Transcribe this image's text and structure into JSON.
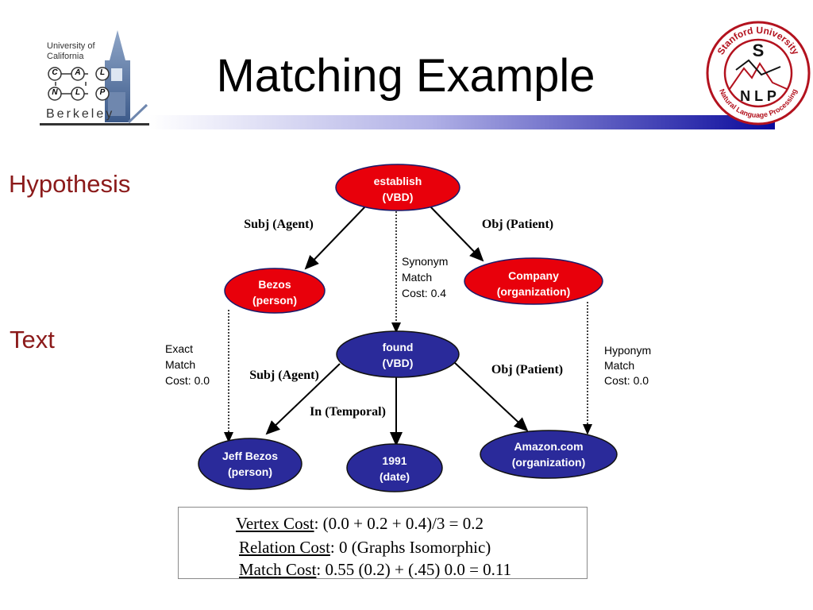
{
  "slide": {
    "title": "Matching Example",
    "left_labels": {
      "hypothesis": "Hypothesis",
      "text": "Text"
    }
  },
  "logos": {
    "berkeley": {
      "line1": "University of",
      "line2": "California",
      "letters": [
        "C",
        "A",
        "L",
        "N",
        "L",
        "P"
      ],
      "bottom": "Berkeley"
    },
    "stanford": {
      "ring_top": "Stanford University",
      "ring_bottom": "Natural Language Processing",
      "center_top": "S",
      "center_bottom": "N L P"
    }
  },
  "hypothesis_graph": {
    "nodes": [
      {
        "id": "establish",
        "line1": "establish",
        "line2": "(VBD)"
      },
      {
        "id": "bezos",
        "line1": "Bezos",
        "line2": "(person)"
      },
      {
        "id": "company",
        "line1": "Company",
        "line2": "(organization)"
      }
    ],
    "edges": [
      {
        "label": "Subj (Agent)"
      },
      {
        "label": "Obj (Patient)"
      }
    ]
  },
  "text_graph": {
    "nodes": [
      {
        "id": "found",
        "line1": "found",
        "line2": "(VBD)"
      },
      {
        "id": "jeff",
        "line1": "Jeff Bezos",
        "line2": "(person)"
      },
      {
        "id": "year",
        "line1": "1991",
        "line2": "(date)"
      },
      {
        "id": "amazon",
        "line1": "Amazon.com",
        "line2": "(organization)"
      }
    ],
    "edges": [
      {
        "label": "Subj (Agent)"
      },
      {
        "label": "In (Temporal)"
      },
      {
        "label": "Obj (Patient)"
      }
    ]
  },
  "matches": [
    {
      "lines": [
        "Exact",
        "Match",
        "Cost: 0.0"
      ]
    },
    {
      "lines": [
        "Synonym",
        "Match",
        "Cost: 0.4"
      ]
    },
    {
      "lines": [
        "Hyponym",
        "Match",
        "Cost: 0.0"
      ]
    }
  ],
  "costs": {
    "vertex": {
      "label": "Vertex Cost",
      "value": ": (0.0 + 0.2 + 0.4)/3 = 0.2"
    },
    "relation": {
      "label": "Relation Cost",
      "value": ": 0  (Graphs Isomorphic)"
    },
    "match": {
      "label": "Match Cost",
      "value": ": 0.55 (0.2) + (.45) 0.0 = 0.11"
    }
  },
  "colors": {
    "hypothesis_node": "#e8000b",
    "text_node": "#2a2a9a",
    "label_red": "#8b1a1a",
    "header_bar": "#1a1aa0"
  }
}
